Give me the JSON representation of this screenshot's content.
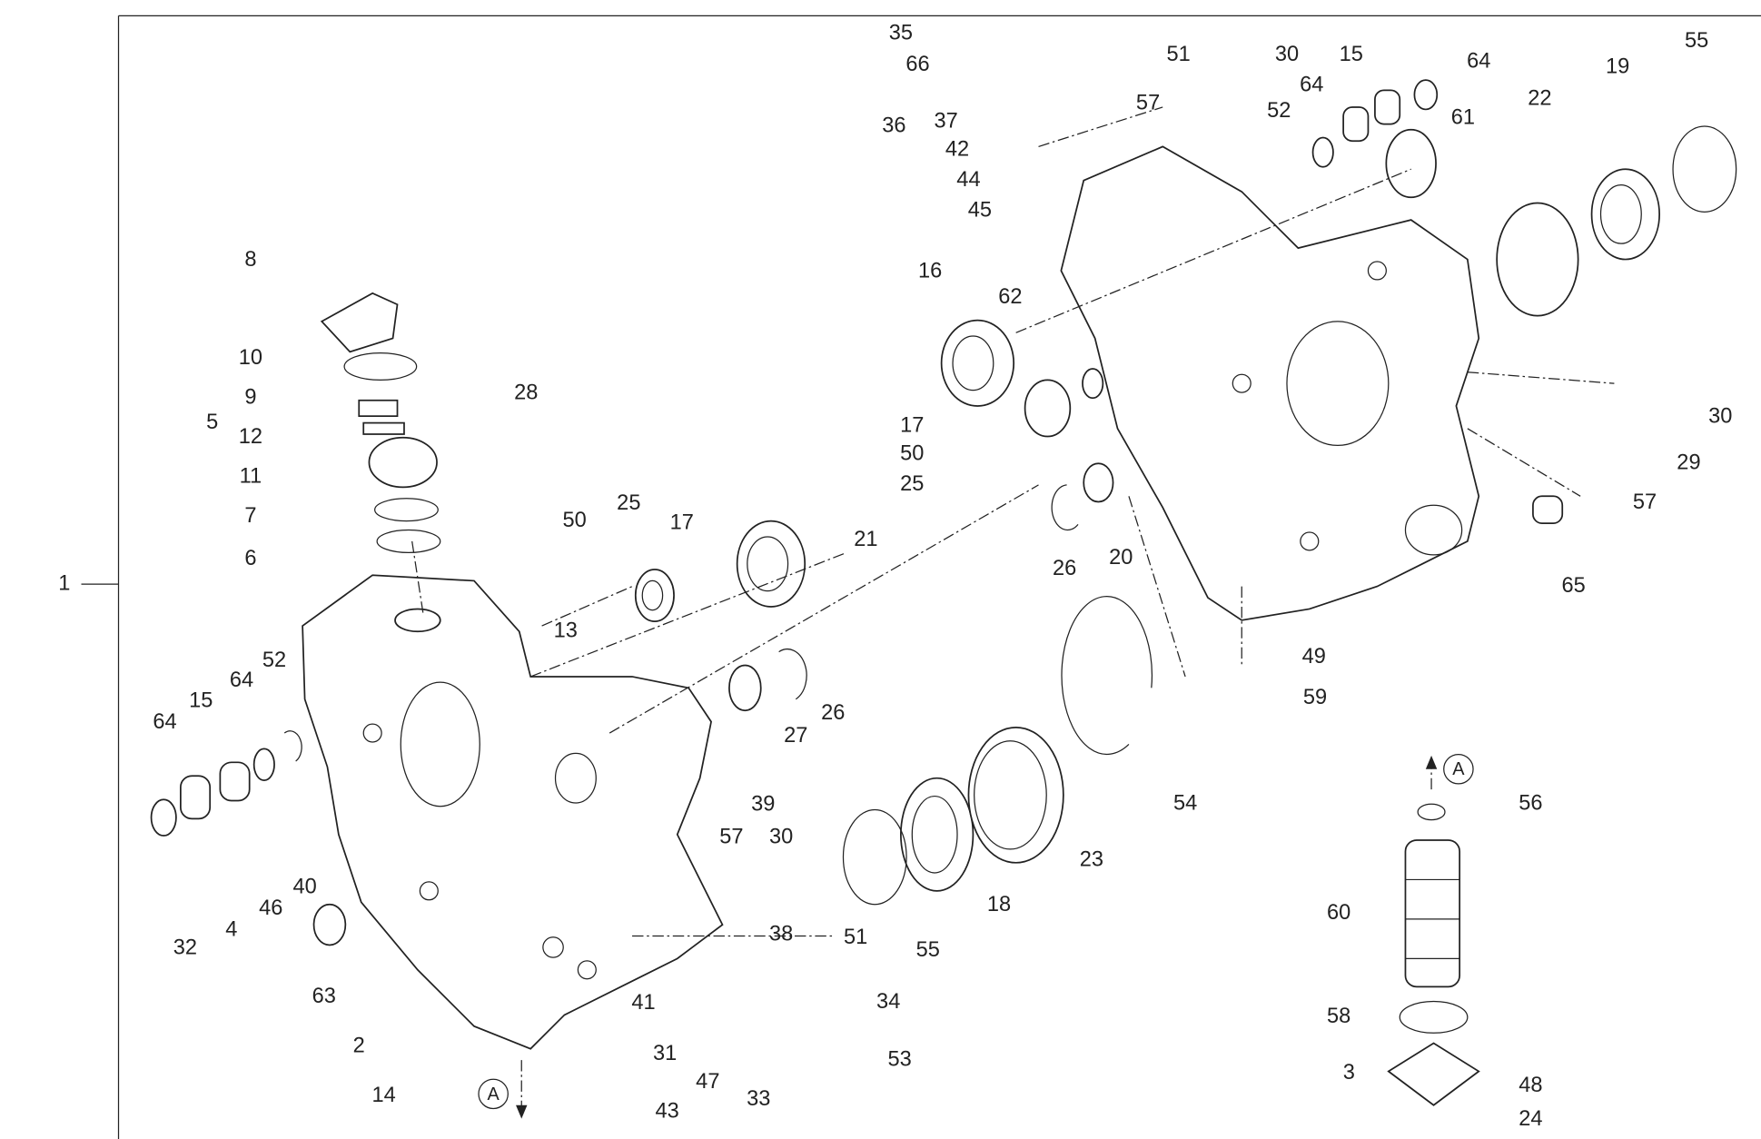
{
  "diagram": {
    "title": "Crankcase exploded parts diagram",
    "reference_marker": "A",
    "callouts": [
      "1",
      "35",
      "66",
      "36",
      "37",
      "42",
      "44",
      "45",
      "51",
      "30",
      "15",
      "64",
      "57",
      "52",
      "64",
      "61",
      "22",
      "19",
      "55",
      "16",
      "62",
      "17",
      "50",
      "25",
      "26",
      "20",
      "30",
      "29",
      "57",
      "65",
      "49",
      "59",
      "54",
      "56",
      "60",
      "58",
      "3",
      "48",
      "24",
      "8",
      "10",
      "9",
      "5",
      "12",
      "11",
      "7",
      "6",
      "28",
      "50",
      "25",
      "17",
      "21",
      "13",
      "64",
      "15",
      "64",
      "52",
      "26",
      "27",
      "39",
      "40",
      "4",
      "46",
      "32",
      "63",
      "57",
      "30",
      "51",
      "38",
      "55",
      "18",
      "23",
      "2",
      "14",
      "41",
      "31",
      "47",
      "33",
      "34",
      "53",
      "43"
    ]
  }
}
